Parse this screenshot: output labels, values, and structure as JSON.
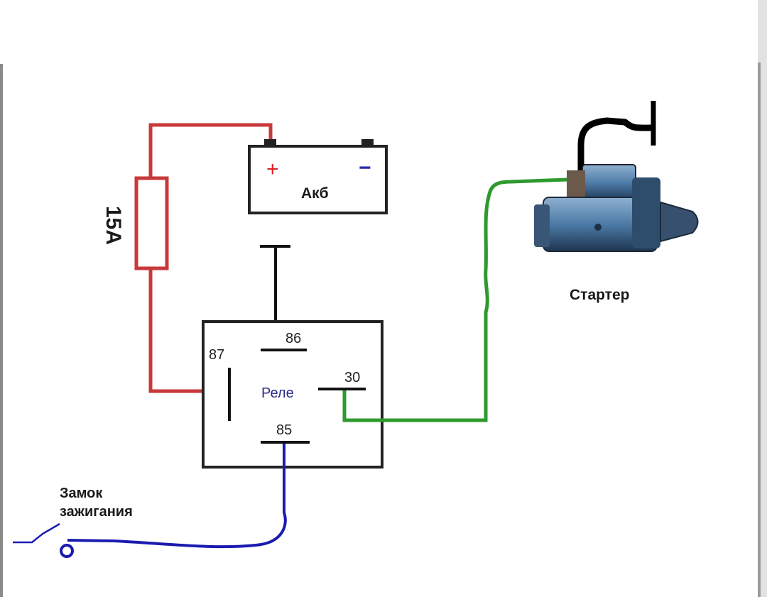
{
  "battery": {
    "label": "Акб",
    "plus": "+",
    "minus": "−"
  },
  "fuse": {
    "label": "15A"
  },
  "relay": {
    "label": "Реле",
    "pins": {
      "p86": "86",
      "p87": "87",
      "p30": "30",
      "p85": "85"
    }
  },
  "starter": {
    "label": "Стартер"
  },
  "ignition": {
    "line1": "Замок",
    "line2": "зажигания"
  },
  "colors": {
    "positive_wire": "#c8393a",
    "starter_wire": "#2e9a2e",
    "ignition_wire": "#1b1bb0",
    "ground": "#000000",
    "relay_label": "#2a2a8a"
  }
}
